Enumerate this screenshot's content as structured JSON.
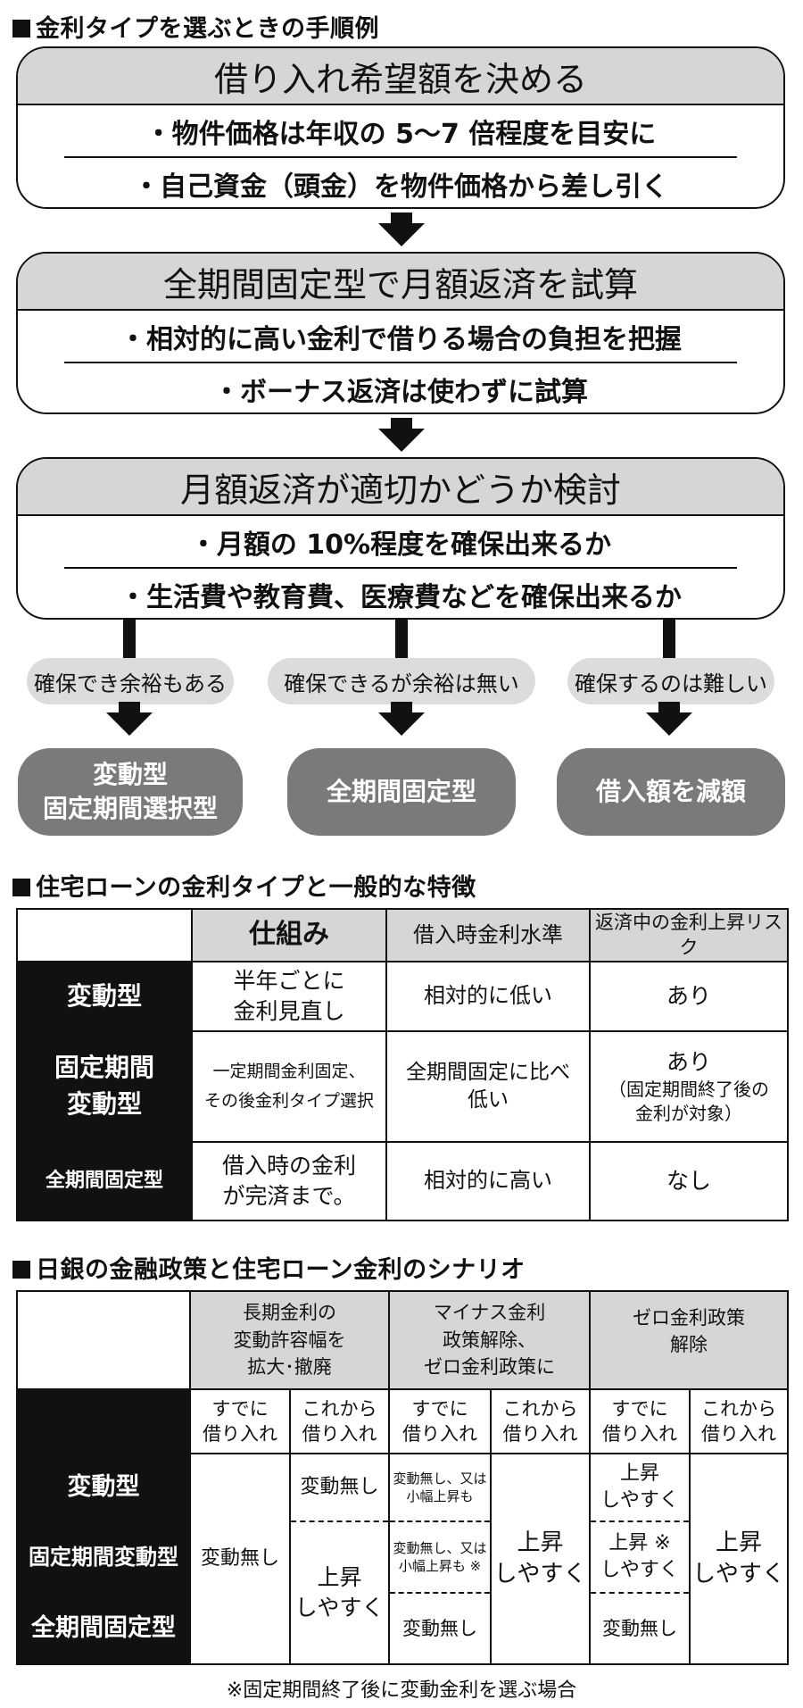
{
  "section1": {
    "title": "金利タイプを選ぶときの手順例",
    "steps": [
      {
        "head": "借り入れ希望額を決める",
        "bullets": [
          "・物件価格は年収の 5～7 倍程度を目安に",
          "・自己資金（頭金）を物件価格から差し引く"
        ]
      },
      {
        "head": "全期間固定型で月額返済を試算",
        "bullets": [
          "・相対的に高い金利で借りる場合の負担を把握",
          "・ボーナス返済は使わずに試算"
        ]
      },
      {
        "head": "月額返済が適切かどうか検討",
        "bullets": [
          "・月額の 10%程度を確保出来るか",
          "・生活費や教育費、医療費などを確保出来るか"
        ]
      }
    ],
    "conditions": [
      "確保でき余裕もある",
      "確保できるが余裕は無い",
      "確保するのは難しい"
    ],
    "results": [
      {
        "line1": "変動型",
        "line2": "固定期間選択型"
      },
      {
        "line1": "全期間固定型",
        "line2": ""
      },
      {
        "line1": "借入額を減額",
        "line2": ""
      }
    ]
  },
  "section2": {
    "title": "住宅ローンの金利タイプと一般的な特徴",
    "headers": [
      "仕組み",
      "借入時金利水準",
      "返済中の金利上昇リスク"
    ],
    "rows": [
      {
        "type": [
          "変動型"
        ],
        "mech": [
          "半年ごとに",
          "金利見直し"
        ],
        "level": [
          "相対的に低い"
        ],
        "risk": [
          "あり"
        ],
        "risk_note": []
      },
      {
        "type": [
          "固定期間",
          "変動型"
        ],
        "mech": [
          "一定期間金利固定、",
          "その後金利タイプ選択"
        ],
        "level": [
          "全期間固定に比べ",
          "低い"
        ],
        "risk": [
          "あり"
        ],
        "risk_note": [
          "（固定期間終了後の",
          "金利が対象）"
        ]
      },
      {
        "type": [
          "全期間固定型"
        ],
        "mech": [
          "借入時の金利",
          "が完済まで。"
        ],
        "level": [
          "相対的に高い"
        ],
        "risk": [
          "なし"
        ],
        "risk_note": []
      }
    ]
  },
  "section3": {
    "title": "日銀の金融政策と住宅ローン金利のシナリオ",
    "scenarios": [
      [
        "長期金利の",
        "変動許容幅を",
        "拡大･撤廃"
      ],
      [
        "マイナス金利",
        "政策解除、",
        "ゼロ金利政策に"
      ],
      [
        "ゼロ金利政策",
        "解除"
      ]
    ],
    "sub_already": [
      "すでに",
      "借り入れ"
    ],
    "sub_future": [
      "これから",
      "借り入れ"
    ],
    "row_labels": [
      "変動型",
      "固定期間変動型",
      "全期間固定型"
    ],
    "cells": {
      "s1_already": [
        "変動無し"
      ],
      "s1_future_r1": [
        "変動無し"
      ],
      "s1_future_r23": [
        "上昇",
        "しやすく"
      ],
      "s2_already_r1": [
        "変動無し、又は",
        "小幅上昇も"
      ],
      "s2_already_r2": [
        "変動無し、又は",
        "小幅上昇も ※"
      ],
      "s2_already_r3": [
        "変動無し"
      ],
      "s2_future": [
        "上昇",
        "しやすく"
      ],
      "s3_already_r1": [
        "上昇",
        "しやすく"
      ],
      "s3_already_r2": [
        "上昇 ※",
        "しやすく"
      ],
      "s3_already_r3": [
        "変動無し"
      ],
      "s3_future": [
        "上昇",
        "しやすく"
      ]
    },
    "footnote": "※固定期間終了後に変動金利を選ぶ場合"
  }
}
